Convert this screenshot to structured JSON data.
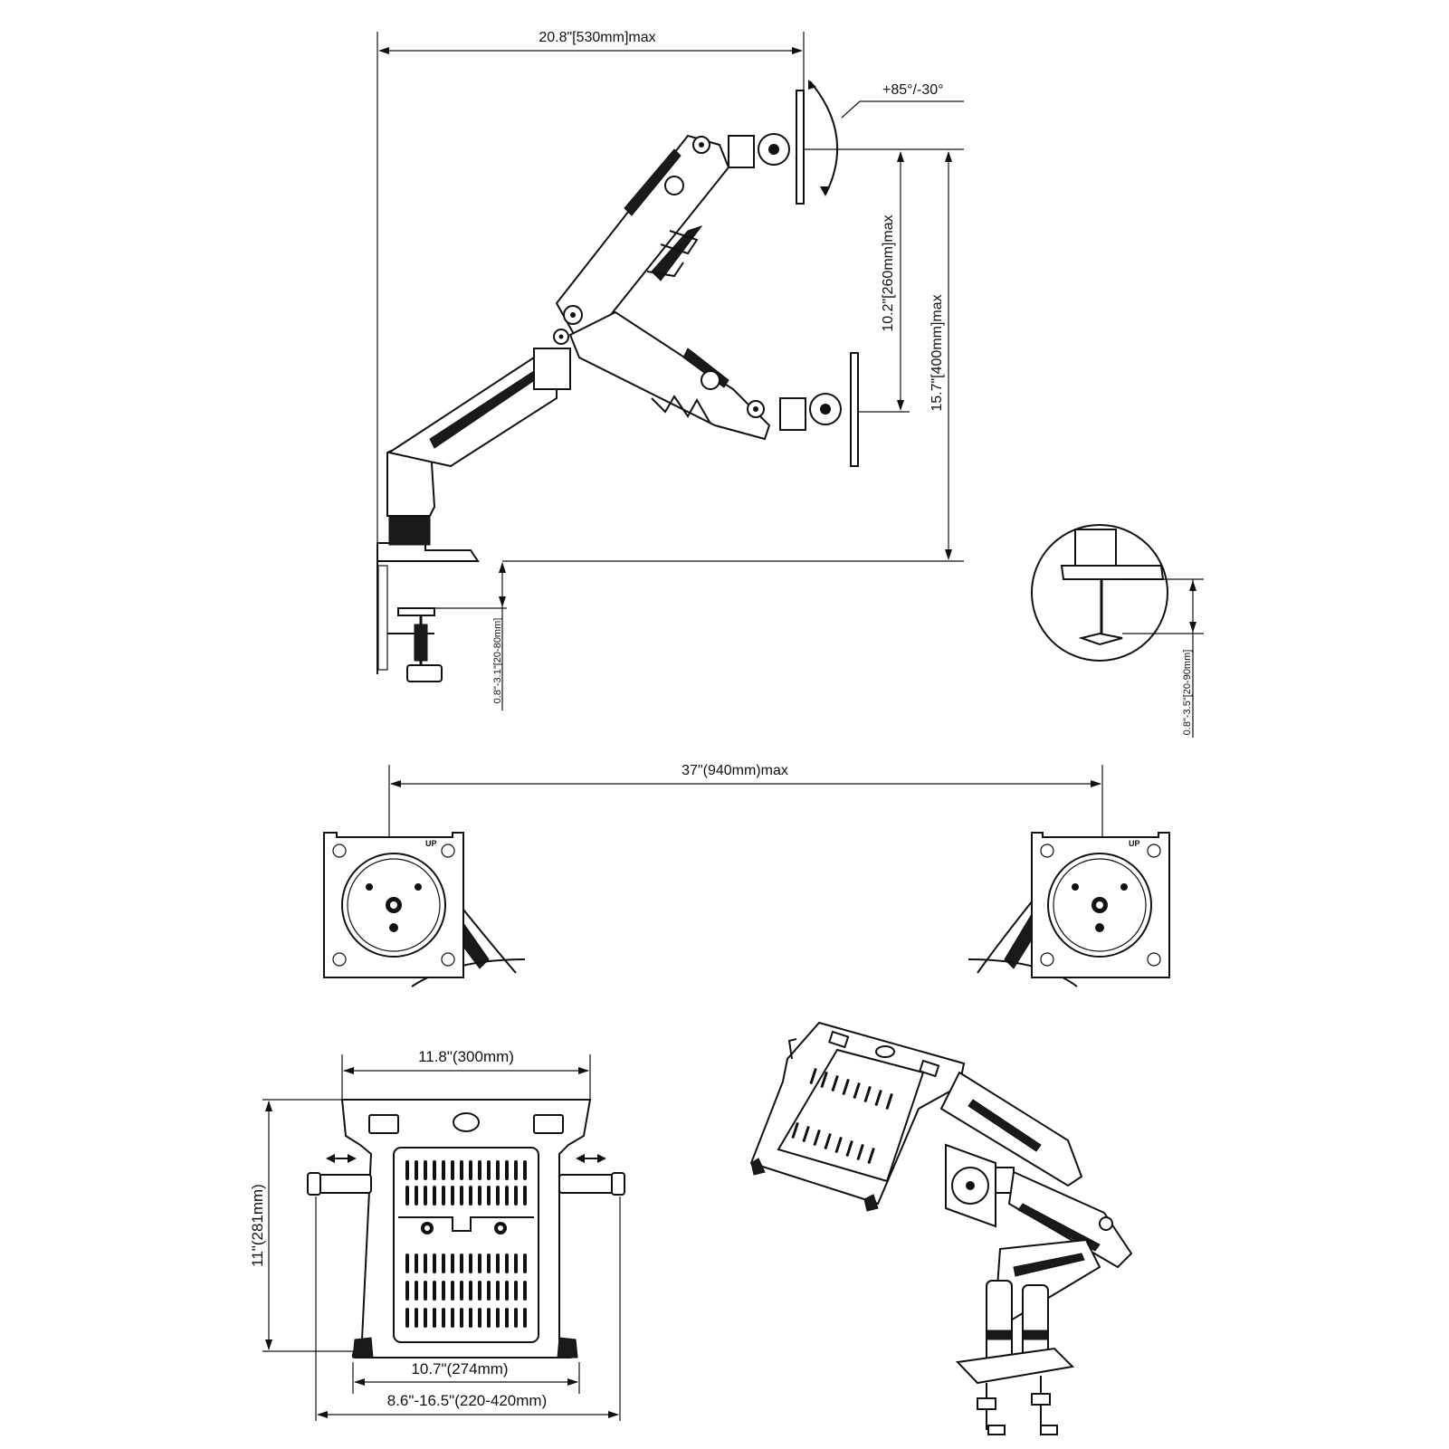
{
  "side_view": {
    "reach_label": "20.8\"[530mm]max",
    "tilt_label": "+85°/-30°",
    "height_inner_label": "10.2\"[260mm]max",
    "height_outer_label": "15.7\"[400mm]max",
    "clamp_label": "0.8\"-3.1\"[20-80mm]"
  },
  "grommet_detail": {
    "label": "0.8\"-3.5\"[20-90mm]"
  },
  "vesa_view": {
    "span_label": "37\"(940mm)max",
    "up_label": "UP"
  },
  "laptop_tray": {
    "top_width_label": "11.8\"(300mm)",
    "height_label": "11\"(281mm)",
    "bottom_width_label": "10.7\"(274mm)",
    "adjust_range_label": "8.6\"-16.5\"(220-420mm)"
  },
  "colors": {
    "ink": "#111111",
    "paper": "#ffffff"
  }
}
